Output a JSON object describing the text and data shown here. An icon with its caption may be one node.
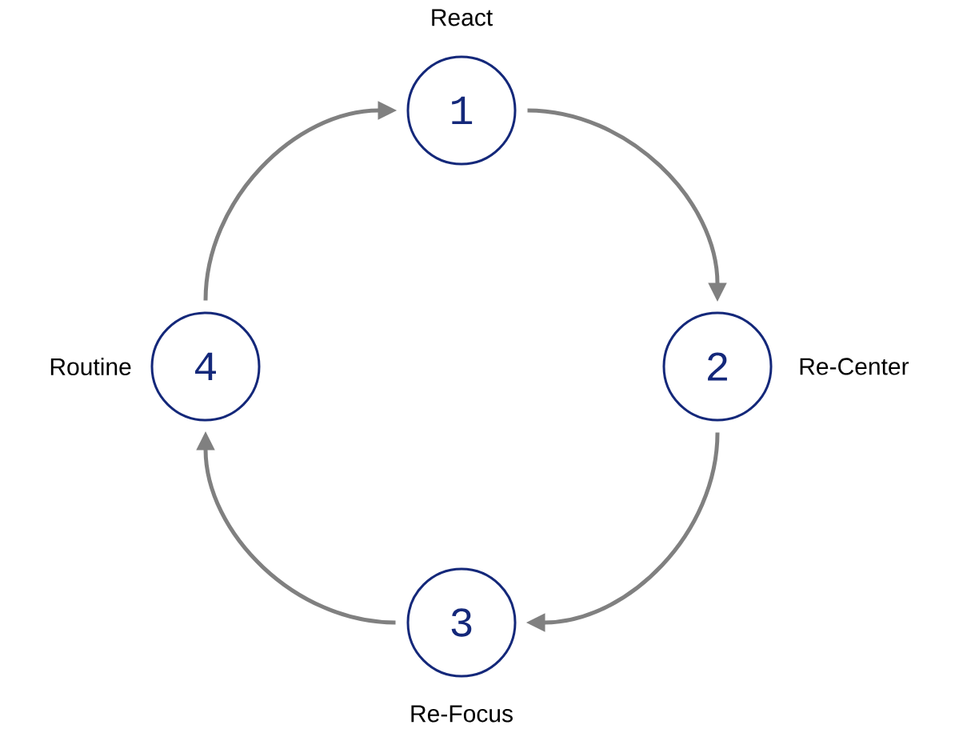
{
  "diagram": {
    "nodes": [
      {
        "text": [
          "1"
        ],
        "beside": [
          "React"
        ]
      },
      {
        "text": [
          "2"
        ],
        "beside": [
          "Re-Center"
        ]
      },
      {
        "text": [
          "3"
        ],
        "beside": [
          "Re-Focus"
        ]
      },
      {
        "text": [
          "4"
        ],
        "beside": [
          "Routine"
        ]
      }
    ],
    "edges": [
      {
        "from": 0,
        "to": 1,
        "arrow": "to"
      },
      {
        "from": 1,
        "to": 2,
        "arrow": "to"
      },
      {
        "from": 2,
        "to": 3,
        "arrow": "to"
      },
      {
        "from": 3,
        "to": 0,
        "arrow": "to"
      }
    ]
  }
}
